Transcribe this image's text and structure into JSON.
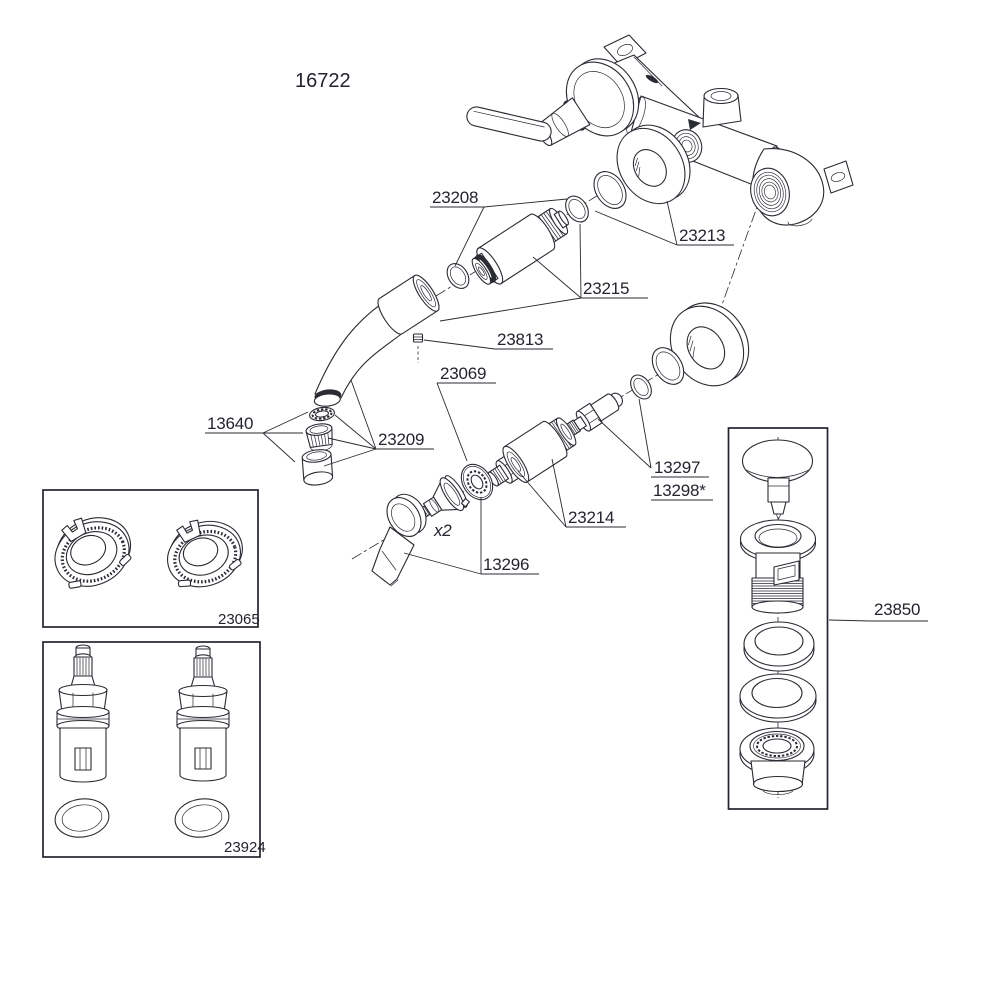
{
  "figure": {
    "type": "exploded-parts-diagram",
    "model_number": "16722",
    "line_color": "#2a2b33",
    "text_color": "#23242e",
    "background": "#ffffff"
  },
  "labels": {
    "model": "16722",
    "p23208": "23208",
    "p23213": "23213",
    "p23215": "23215",
    "p23813": "23813",
    "p23069": "23069",
    "p13640": "13640",
    "p23209": "23209",
    "p13297": "13297",
    "p13298": "13298*",
    "p23214": "23214",
    "qty_x2": "x2",
    "p13296": "13296",
    "p23850": "23850",
    "p23065": "23065",
    "p23924": "23924"
  }
}
